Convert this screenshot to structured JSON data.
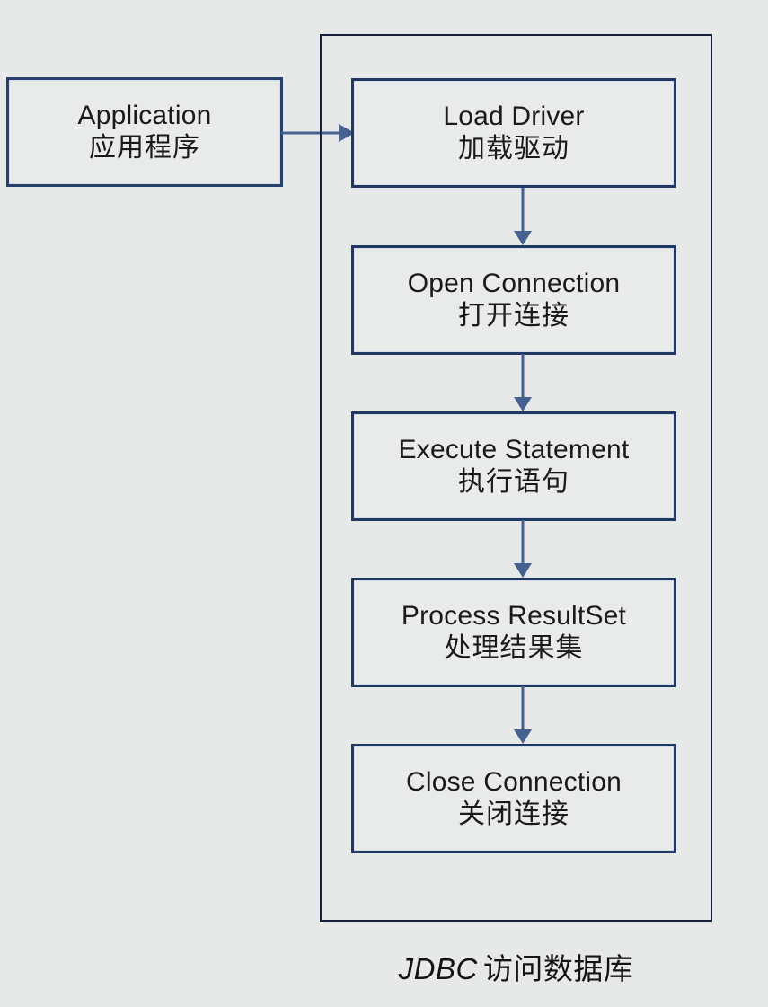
{
  "diagram": {
    "title": "JDBC 访问数据库",
    "caption_en": "JDBC",
    "caption_zh": "访问数据库",
    "background_color": "#e7e8e8",
    "node_fill": "#e9eaea",
    "node_border_color": "#1f3864",
    "container_border_color": "#17203a",
    "arrow_color": "#44618f",
    "text_color": "#1a1a1a"
  },
  "external": {
    "node": {
      "en": "Application",
      "zh": "应用程序"
    }
  },
  "flow": {
    "nodes": [
      {
        "en": "Load Driver",
        "zh": "加载驱动"
      },
      {
        "en": "Open Connection",
        "zh": "打开连接"
      },
      {
        "en": "Execute Statement",
        "zh": "执行语句"
      },
      {
        "en": "Process ResultSet",
        "zh": "处理结果集"
      },
      {
        "en": "Close Connection",
        "zh": "关闭连接"
      }
    ]
  },
  "connectors": {
    "entry": {
      "from": "Application",
      "to": "Load Driver",
      "direction": "right"
    },
    "steps": [
      {
        "from": "Load Driver",
        "to": "Open Connection",
        "direction": "down"
      },
      {
        "from": "Open Connection",
        "to": "Execute Statement",
        "direction": "down"
      },
      {
        "from": "Execute Statement",
        "to": "Process ResultSet",
        "direction": "down"
      },
      {
        "from": "Process ResultSet",
        "to": "Close Connection",
        "direction": "down"
      }
    ]
  }
}
